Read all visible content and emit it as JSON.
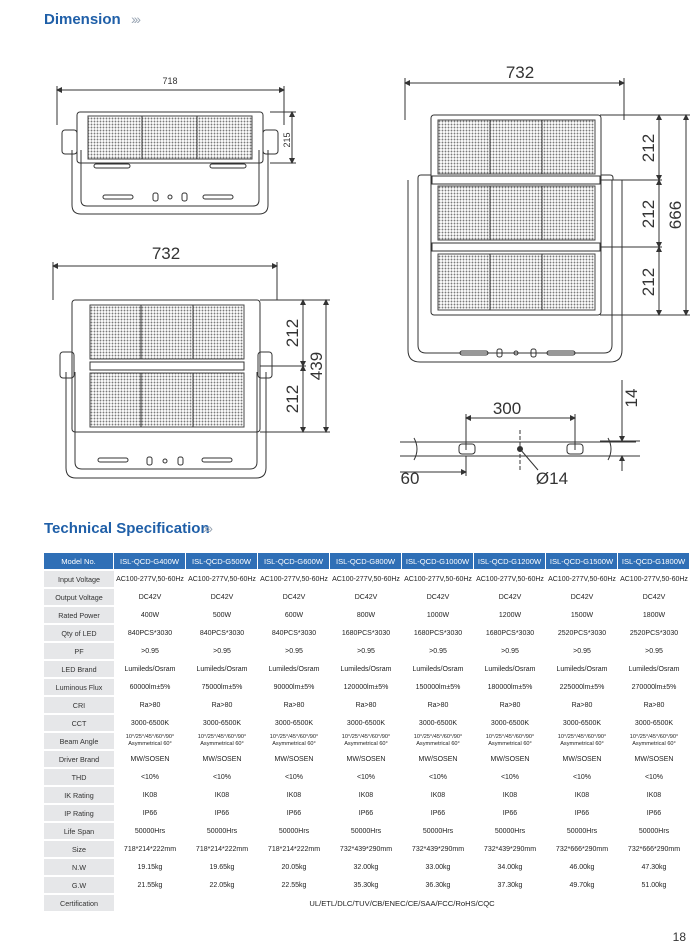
{
  "sections": {
    "dimension": {
      "title": "Dimension",
      "chevrons": "›››"
    },
    "technical": {
      "title": "Technical Specification",
      "chevrons": "›››"
    }
  },
  "dimensions": {
    "top_left": {
      "width": "718",
      "height": "215"
    },
    "middle_left": {
      "width": "732",
      "panel1": "212",
      "panel2": "212",
      "total": "439"
    },
    "right": {
      "width": "732",
      "panel1": "212",
      "panel2": "212",
      "panel3": "212",
      "total": "666"
    },
    "bracket": {
      "slot_spacing": "300",
      "thickness": "14",
      "edge": "60",
      "hole": "Ø14"
    }
  },
  "table": {
    "header_label": "Model No.",
    "models": [
      "ISL-QCD-G400W",
      "ISL-QCD-G500W",
      "ISL-QCD-G600W",
      "ISL-QCD-G800W",
      "ISL-QCD-G1000W",
      "ISL-QCD-G1200W",
      "ISL-QCD-G1500W",
      "ISL-QCD-G1800W"
    ],
    "rows": [
      {
        "label": "Input Voltage",
        "values": [
          "AC100-277V,50-60Hz",
          "AC100-277V,50-60Hz",
          "AC100-277V,50-60Hz",
          "AC100-277V,50-60Hz",
          "AC100-277V,50-60Hz",
          "AC100-277V,50-60Hz",
          "AC100-277V,50-60Hz",
          "AC100-277V,50-60Hz"
        ]
      },
      {
        "label": "Output Voltage",
        "values": [
          "DC42V",
          "DC42V",
          "DC42V",
          "DC42V",
          "DC42V",
          "DC42V",
          "DC42V",
          "DC42V"
        ]
      },
      {
        "label": "Rated Power",
        "values": [
          "400W",
          "500W",
          "600W",
          "800W",
          "1000W",
          "1200W",
          "1500W",
          "1800W"
        ]
      },
      {
        "label": "Qty of LED",
        "values": [
          "840PCS*3030",
          "840PCS*3030",
          "840PCS*3030",
          "1680PCS*3030",
          "1680PCS*3030",
          "1680PCS*3030",
          "2520PCS*3030",
          "2520PCS*3030"
        ]
      },
      {
        "label": "PF",
        "values": [
          ">0.95",
          ">0.95",
          ">0.95",
          ">0.95",
          ">0.95",
          ">0.95",
          ">0.95",
          ">0.95"
        ]
      },
      {
        "label": "LED Brand",
        "values": [
          "Lumileds/Osram",
          "Lumileds/Osram",
          "Lumileds/Osram",
          "Lumileds/Osram",
          "Lumileds/Osram",
          "Lumileds/Osram",
          "Lumileds/Osram",
          "Lumileds/Osram"
        ]
      },
      {
        "label": "Luminous Flux",
        "values": [
          "60000lm±5%",
          "75000lm±5%",
          "90000lm±5%",
          "120000lm±5%",
          "150000lm±5%",
          "180000lm±5%",
          "225000lm±5%",
          "270000lm±5%"
        ]
      },
      {
        "label": "CRI",
        "values": [
          "Ra>80",
          "Ra>80",
          "Ra>80",
          "Ra>80",
          "Ra>80",
          "Ra>80",
          "Ra>80",
          "Ra>80"
        ]
      },
      {
        "label": "CCT",
        "values": [
          "3000-6500K",
          "3000-6500K",
          "3000-6500K",
          "3000-6500K",
          "3000-6500K",
          "3000-6500K",
          "3000-6500K",
          "3000-6500K"
        ]
      },
      {
        "label": "Beam Angle",
        "beam": true,
        "values": [
          [
            "10°/25°/45°/60°/90°",
            "Asymmetrical 60°"
          ],
          [
            "10°/25°/45°/60°/90°",
            "Asymmetrical 60°"
          ],
          [
            "10°/25°/45°/60°/90°",
            "Asymmetrical 60°"
          ],
          [
            "10°/25°/45°/60°/90°",
            "Asymmetrical 60°"
          ],
          [
            "10°/25°/45°/60°/90°",
            "Asymmetrical 60°"
          ],
          [
            "10°/25°/45°/60°/90°",
            "Asymmetrical 60°"
          ],
          [
            "10°/25°/45°/60°/90°",
            "Asymmetrical 60°"
          ],
          [
            "10°/25°/45°/60°/90°",
            "Asymmetrical 60°"
          ]
        ]
      },
      {
        "label": "Driver Brand",
        "values": [
          "MW/SOSEN",
          "MW/SOSEN",
          "MW/SOSEN",
          "MW/SOSEN",
          "MW/SOSEN",
          "MW/SOSEN",
          "MW/SOSEN",
          "MW/SOSEN"
        ]
      },
      {
        "label": "THD",
        "values": [
          "<10%",
          "<10%",
          "<10%",
          "<10%",
          "<10%",
          "<10%",
          "<10%",
          "<10%"
        ]
      },
      {
        "label": "IK Rating",
        "values": [
          "IK08",
          "IK08",
          "IK08",
          "IK08",
          "IK08",
          "IK08",
          "IK08",
          "IK08"
        ]
      },
      {
        "label": "IP Rating",
        "values": [
          "IP66",
          "IP66",
          "IP66",
          "IP66",
          "IP66",
          "IP66",
          "IP66",
          "IP66"
        ]
      },
      {
        "label": "Life Span",
        "values": [
          "50000Hrs",
          "50000Hrs",
          "50000Hrs",
          "50000Hrs",
          "50000Hrs",
          "50000Hrs",
          "50000Hrs",
          "50000Hrs"
        ]
      },
      {
        "label": "Size",
        "values": [
          "718*214*222mm",
          "718*214*222mm",
          "718*214*222mm",
          "732*439*290mm",
          "732*439*290mm",
          "732*439*290mm",
          "732*666*290mm",
          "732*666*290mm"
        ]
      },
      {
        "label": "N.W",
        "values": [
          "19.15kg",
          "19.65kg",
          "20.05kg",
          "32.00kg",
          "33.00kg",
          "34.00kg",
          "46.00kg",
          "47.30kg"
        ]
      },
      {
        "label": "G.W",
        "values": [
          "21.55kg",
          "22.05kg",
          "22.55kg",
          "35.30kg",
          "36.30kg",
          "37.30kg",
          "49.70kg",
          "51.00kg"
        ]
      }
    ],
    "certification": {
      "label": "Certification",
      "value": "UL/ETL/DLC/TUV/CB/ENEC/CE/SAA/FCC/RoHS/CQC"
    }
  },
  "page_number": "18"
}
